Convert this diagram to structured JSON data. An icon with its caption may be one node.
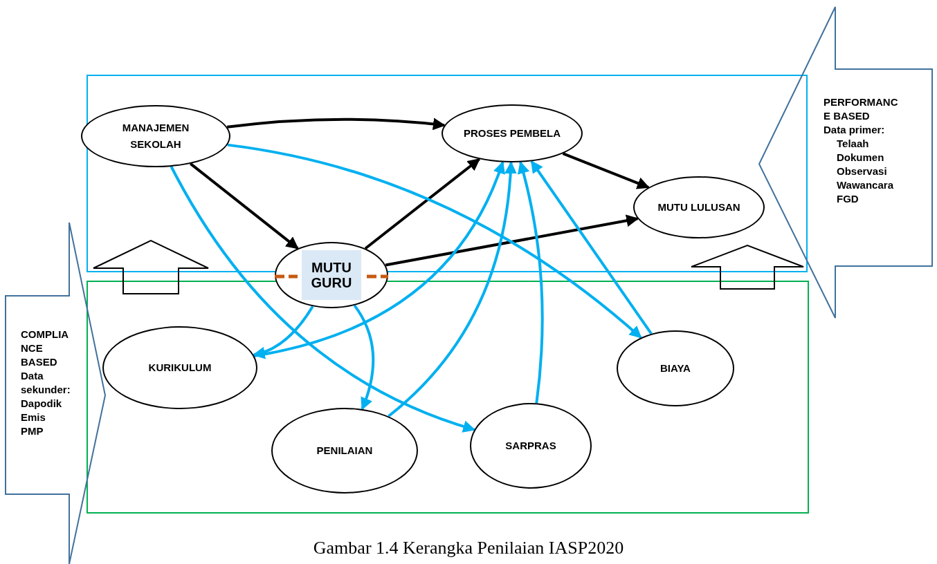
{
  "diagram": {
    "caption": "Gambar 1.4 Kerangka Penilaian IASP2020",
    "nodes": [
      {
        "text": [],
        "shape": "box"
      },
      {
        "text": [
          "MANAJEMEN SEKOLAH"
        ],
        "in": 0
      },
      {
        "text": [
          "PROSES PEMBELA"
        ],
        "in": 0
      },
      {
        "text": [
          "MUTU LULUSAN"
        ],
        "in": 0
      },
      {
        "text": [
          "MUTU GURU"
        ]
      },
      {
        "text": [],
        "shape": "box"
      },
      {
        "text": [
          "KURIKULUM"
        ],
        "in": 5
      },
      {
        "text": [
          "PENILAIAN"
        ],
        "in": 5
      },
      {
        "text": [
          "SARPRAS"
        ],
        "in": 5
      },
      {
        "text": [
          "BIAYA"
        ],
        "in": 5
      },
      {
        "text": [
          "PERFORMANC E BASED",
          "Data primer:",
          "Telaah Dokumen",
          "Observasi",
          "Wawancara",
          "FGD"
        ]
      },
      {
        "text": [
          "COMPLIA NCE BASED",
          "Data sekunder:",
          "Dapodik",
          "Emis",
          "PMP"
        ]
      }
    ],
    "edges": [
      {
        "from": 1,
        "to": 2,
        "arrow": "to",
        "color": "#000000"
      },
      {
        "from": 1,
        "to": 4,
        "arrow": "to",
        "color": "#000000"
      },
      {
        "from": 2,
        "to": 3,
        "arrow": "to",
        "color": "#000000"
      },
      {
        "from": 4,
        "to": 2,
        "arrow": "to",
        "color": "#000000"
      },
      {
        "from": 4,
        "to": 3,
        "arrow": "to",
        "color": "#000000"
      },
      {
        "from": 1,
        "to": 9,
        "arrow": "to"
      },
      {
        "from": 1,
        "to": 8,
        "arrow": "to"
      },
      {
        "from": 4,
        "to": 6,
        "arrow": "to"
      },
      {
        "from": 4,
        "to": 7,
        "arrow": "to"
      },
      {
        "from": 6,
        "to": 2,
        "arrow": "to"
      },
      {
        "from": 7,
        "to": 2,
        "arrow": "to"
      },
      {
        "from": 8,
        "to": 2,
        "arrow": "to"
      },
      {
        "from": 9,
        "to": 2,
        "arrow": "to"
      },
      {
        "from": 5,
        "to": 0,
        "arrow": "to",
        "style": "thick",
        "color": "#000000"
      },
      {
        "from": 5,
        "to": 0,
        "arrow": "to",
        "style": "thick",
        "color": "#000000"
      }
    ]
  }
}
